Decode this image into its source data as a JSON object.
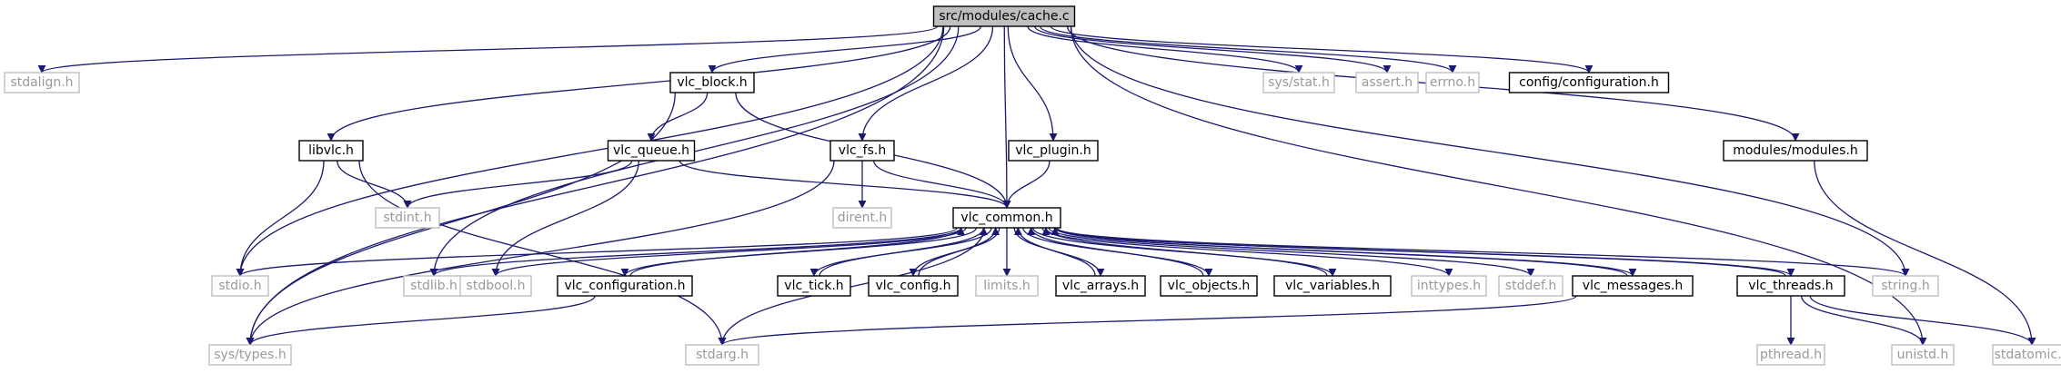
{
  "colors": {
    "edge": "#191970",
    "root_fill": "#bfbfbf",
    "documented_border": "#000000",
    "undocumented_border": "#bfbfbf",
    "undocumented_text": "#9a9a9a"
  },
  "graph": {
    "nodes": [
      {
        "id": "root",
        "label": "src/modules/cache.c",
        "kind": "root"
      },
      {
        "id": "stdalign",
        "label": "stdalign.h",
        "kind": "undocumented"
      },
      {
        "id": "vlc_block",
        "label": "vlc_block.h",
        "kind": "documented"
      },
      {
        "id": "sys_stat",
        "label": "sys/stat.h",
        "kind": "undocumented"
      },
      {
        "id": "assert",
        "label": "assert.h",
        "kind": "undocumented"
      },
      {
        "id": "errno",
        "label": "errno.h",
        "kind": "undocumented"
      },
      {
        "id": "config_conf",
        "label": "config/configuration.h",
        "kind": "documented"
      },
      {
        "id": "libvlc",
        "label": "libvlc.h",
        "kind": "documented"
      },
      {
        "id": "vlc_queue",
        "label": "vlc_queue.h",
        "kind": "documented"
      },
      {
        "id": "vlc_fs",
        "label": "vlc_fs.h",
        "kind": "documented"
      },
      {
        "id": "vlc_plugin",
        "label": "vlc_plugin.h",
        "kind": "documented"
      },
      {
        "id": "modules_modules",
        "label": "modules/modules.h",
        "kind": "documented"
      },
      {
        "id": "stdint",
        "label": "stdint.h",
        "kind": "undocumented"
      },
      {
        "id": "dirent",
        "label": "dirent.h",
        "kind": "undocumented"
      },
      {
        "id": "vlc_common",
        "label": "vlc_common.h",
        "kind": "documented"
      },
      {
        "id": "stdio",
        "label": "stdio.h",
        "kind": "undocumented"
      },
      {
        "id": "stdlib",
        "label": "stdlib.h",
        "kind": "undocumented"
      },
      {
        "id": "stdbool",
        "label": "stdbool.h",
        "kind": "undocumented"
      },
      {
        "id": "vlc_configuration",
        "label": "vlc_configuration.h",
        "kind": "documented"
      },
      {
        "id": "vlc_tick",
        "label": "vlc_tick.h",
        "kind": "documented"
      },
      {
        "id": "vlc_config",
        "label": "vlc_config.h",
        "kind": "documented"
      },
      {
        "id": "limits",
        "label": "limits.h",
        "kind": "undocumented"
      },
      {
        "id": "vlc_arrays",
        "label": "vlc_arrays.h",
        "kind": "documented"
      },
      {
        "id": "vlc_objects",
        "label": "vlc_objects.h",
        "kind": "documented"
      },
      {
        "id": "vlc_variables",
        "label": "vlc_variables.h",
        "kind": "documented"
      },
      {
        "id": "inttypes",
        "label": "inttypes.h",
        "kind": "undocumented"
      },
      {
        "id": "stddef",
        "label": "stddef.h",
        "kind": "undocumented"
      },
      {
        "id": "vlc_messages",
        "label": "vlc_messages.h",
        "kind": "documented"
      },
      {
        "id": "vlc_threads",
        "label": "vlc_threads.h",
        "kind": "documented"
      },
      {
        "id": "string",
        "label": "string.h",
        "kind": "undocumented"
      },
      {
        "id": "sys_types",
        "label": "sys/types.h",
        "kind": "undocumented"
      },
      {
        "id": "stdarg",
        "label": "stdarg.h",
        "kind": "undocumented"
      },
      {
        "id": "pthread",
        "label": "pthread.h",
        "kind": "undocumented"
      },
      {
        "id": "unistd",
        "label": "unistd.h",
        "kind": "undocumented"
      },
      {
        "id": "stdatomic",
        "label": "stdatomic.h",
        "kind": "undocumented"
      }
    ],
    "edges": [
      [
        "root",
        "stdalign"
      ],
      [
        "root",
        "vlc_block"
      ],
      [
        "root",
        "sys_stat"
      ],
      [
        "root",
        "assert"
      ],
      [
        "root",
        "errno"
      ],
      [
        "root",
        "config_conf"
      ],
      [
        "root",
        "libvlc"
      ],
      [
        "root",
        "vlc_fs"
      ],
      [
        "root",
        "vlc_plugin"
      ],
      [
        "root",
        "modules_modules"
      ],
      [
        "root",
        "vlc_common"
      ],
      [
        "root",
        "stdio"
      ],
      [
        "root",
        "stdlib"
      ],
      [
        "root",
        "sys_types"
      ],
      [
        "root",
        "string"
      ],
      [
        "root",
        "unistd"
      ],
      [
        "vlc_block",
        "vlc_queue"
      ],
      [
        "vlc_block",
        "vlc_common"
      ],
      [
        "vlc_block",
        "sys_types"
      ],
      [
        "libvlc",
        "stdint"
      ],
      [
        "libvlc",
        "stdio"
      ],
      [
        "libvlc",
        "stdarg"
      ],
      [
        "vlc_queue",
        "stdint"
      ],
      [
        "vlc_queue",
        "vlc_common"
      ],
      [
        "vlc_queue",
        "stdbool"
      ],
      [
        "vlc_fs",
        "dirent"
      ],
      [
        "vlc_fs",
        "vlc_common"
      ],
      [
        "vlc_fs",
        "sys_types"
      ],
      [
        "vlc_plugin",
        "vlc_common"
      ],
      [
        "modules_modules",
        "stdatomic"
      ],
      [
        "vlc_common",
        "stdio"
      ],
      [
        "vlc_common",
        "stdlib"
      ],
      [
        "vlc_common",
        "stdbool"
      ],
      [
        "vlc_common",
        "vlc_configuration"
      ],
      [
        "vlc_common",
        "vlc_tick"
      ],
      [
        "vlc_common",
        "vlc_config"
      ],
      [
        "vlc_common",
        "limits"
      ],
      [
        "vlc_common",
        "vlc_arrays"
      ],
      [
        "vlc_common",
        "vlc_objects"
      ],
      [
        "vlc_common",
        "vlc_variables"
      ],
      [
        "vlc_common",
        "inttypes"
      ],
      [
        "vlc_common",
        "stddef"
      ],
      [
        "vlc_common",
        "vlc_messages"
      ],
      [
        "vlc_common",
        "vlc_threads"
      ],
      [
        "vlc_common",
        "string"
      ],
      [
        "vlc_common",
        "stdarg"
      ],
      [
        "vlc_configuration",
        "vlc_common"
      ],
      [
        "vlc_configuration",
        "sys_types"
      ],
      [
        "vlc_tick",
        "vlc_common"
      ],
      [
        "vlc_config",
        "vlc_common"
      ],
      [
        "vlc_arrays",
        "vlc_common"
      ],
      [
        "vlc_objects",
        "vlc_common"
      ],
      [
        "vlc_variables",
        "vlc_common"
      ],
      [
        "vlc_messages",
        "vlc_common"
      ],
      [
        "vlc_messages",
        "stdarg"
      ],
      [
        "vlc_threads",
        "vlc_common"
      ],
      [
        "vlc_threads",
        "pthread"
      ],
      [
        "vlc_threads",
        "unistd"
      ],
      [
        "vlc_threads",
        "stdatomic"
      ]
    ]
  }
}
